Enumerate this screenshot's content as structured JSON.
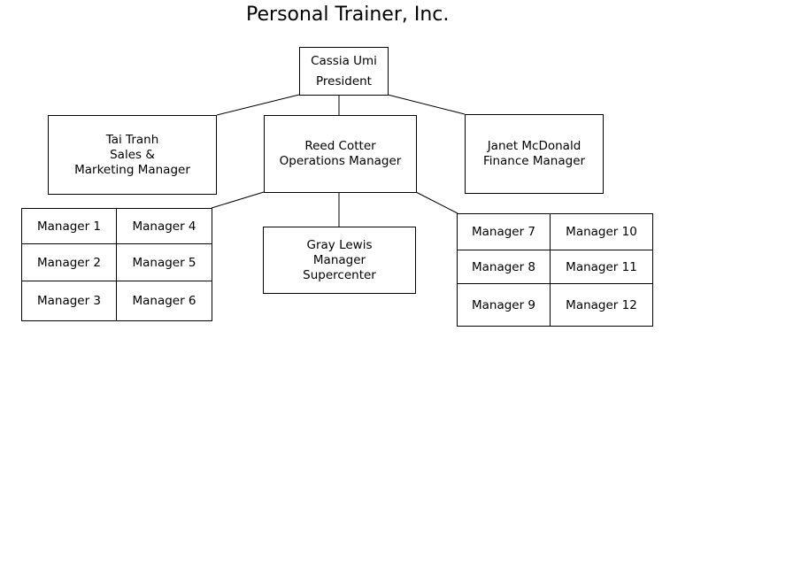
{
  "title": "Personal Trainer, Inc.",
  "president": {
    "name": "Cassia Umi",
    "role": "President"
  },
  "sales": {
    "name": "Tai Tranh",
    "role_line1": "Sales &",
    "role_line2": "Marketing Manager"
  },
  "operations": {
    "name": "Reed Cotter",
    "role": "Operations Manager"
  },
  "finance": {
    "name": "Janet McDonald",
    "role": "Finance Manager"
  },
  "supercenter": {
    "name": "Gray Lewis",
    "role_line1": "Manager",
    "role_line2": "Supercenter"
  },
  "sales_managers": [
    "Manager 1",
    "Manager 4",
    "Manager 2",
    "Manager 5",
    "Manager 3",
    "Manager 6"
  ],
  "finance_managers": [
    "Manager 7",
    "Manager 10",
    "Manager 8",
    "Manager 11",
    "Manager 9",
    "Manager 12"
  ]
}
